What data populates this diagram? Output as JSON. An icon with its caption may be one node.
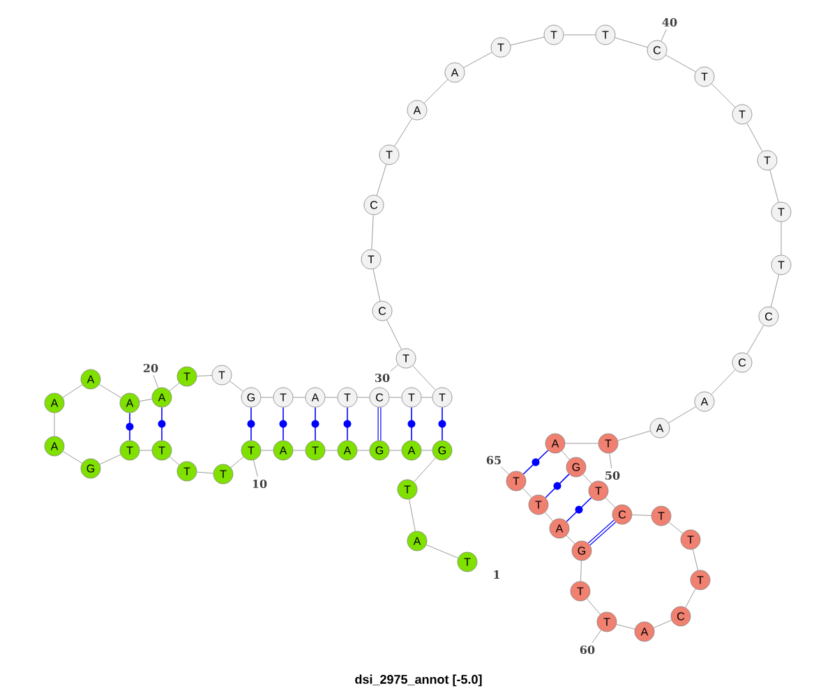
{
  "diagram": {
    "caption": "dsi_2975_annot [-5.0]",
    "nodes": [
      {
        "text": [
          "T"
        ],
        "beside": [
          "1"
        ]
      },
      {
        "text": [
          "A"
        ]
      },
      {
        "text": [
          "T"
        ]
      },
      {
        "text": [
          "G"
        ]
      },
      {
        "text": [
          "A"
        ]
      },
      {
        "text": [
          "G"
        ]
      },
      {
        "text": [
          "A"
        ]
      },
      {
        "text": [
          "T"
        ]
      },
      {
        "text": [
          "A"
        ]
      },
      {
        "text": [
          "T"
        ]
      },
      {
        "text": [
          "T"
        ]
      },
      {
        "text": [
          "T"
        ]
      },
      {
        "text": [
          "T"
        ]
      },
      {
        "text": [
          "T"
        ]
      },
      {
        "text": [
          "G"
        ]
      },
      {
        "text": [
          "A"
        ]
      },
      {
        "text": [
          "A"
        ]
      },
      {
        "text": [
          "A"
        ]
      },
      {
        "text": [
          "A"
        ]
      },
      {
        "text": [
          "A"
        ]
      },
      {
        "text": [
          "T"
        ]
      },
      {
        "text": [
          "T"
        ]
      },
      {
        "text": [
          "G"
        ]
      },
      {
        "text": [
          "T"
        ]
      },
      {
        "text": [
          "A"
        ]
      },
      {
        "text": [
          "T"
        ]
      },
      {
        "text": [
          "C"
        ]
      },
      {
        "text": [
          "T"
        ]
      },
      {
        "text": [
          "T"
        ]
      },
      {
        "text": [
          "T"
        ]
      },
      {
        "text": [
          "C"
        ]
      },
      {
        "text": [
          "T"
        ]
      },
      {
        "text": [
          "C"
        ]
      },
      {
        "text": [
          "T"
        ]
      },
      {
        "text": [
          "A"
        ]
      },
      {
        "text": [
          "A"
        ]
      },
      {
        "text": [
          "T"
        ]
      },
      {
        "text": [
          "T"
        ]
      },
      {
        "text": [
          "T"
        ]
      },
      {
        "text": [
          "C"
        ]
      },
      {
        "text": [
          "T"
        ]
      },
      {
        "text": [
          "T"
        ]
      },
      {
        "text": [
          "T"
        ]
      },
      {
        "text": [
          "T"
        ]
      },
      {
        "text": [
          "T"
        ]
      },
      {
        "text": [
          "C"
        ]
      },
      {
        "text": [
          "C"
        ]
      },
      {
        "text": [
          "A"
        ]
      },
      {
        "text": [
          "A"
        ]
      },
      {
        "text": [
          "T"
        ]
      },
      {
        "text": [
          "A"
        ]
      },
      {
        "text": [
          "G"
        ]
      },
      {
        "text": [
          "T"
        ]
      },
      {
        "text": [
          "C"
        ]
      },
      {
        "text": [
          "T"
        ]
      },
      {
        "text": [
          "T"
        ]
      },
      {
        "text": [
          "T"
        ]
      },
      {
        "text": [
          "C"
        ]
      },
      {
        "text": [
          "A"
        ]
      },
      {
        "text": [
          "T"
        ]
      },
      {
        "text": [
          "T"
        ]
      },
      {
        "text": [
          "G"
        ]
      },
      {
        "text": [
          "A"
        ]
      },
      {
        "text": [
          "T"
        ]
      },
      {
        "text": [
          "T"
        ]
      },
      {
        "text": [
          "10"
        ]
      },
      {
        "text": [
          "20"
        ]
      },
      {
        "text": [
          "30"
        ]
      },
      {
        "text": [
          "40"
        ]
      },
      {
        "text": [
          "50"
        ]
      },
      {
        "text": [
          "60"
        ]
      },
      {
        "text": [
          "65"
        ]
      }
    ],
    "edges": [
      {
        "from": 0,
        "to": 1,
        "arrow": "none"
      },
      {
        "from": 1,
        "to": 2,
        "arrow": "none"
      },
      {
        "from": 2,
        "to": 3,
        "arrow": "none"
      },
      {
        "from": 3,
        "to": 4,
        "arrow": "none"
      },
      {
        "from": 4,
        "to": 5,
        "arrow": "none"
      },
      {
        "from": 5,
        "to": 6,
        "arrow": "none"
      },
      {
        "from": 6,
        "to": 7,
        "arrow": "none"
      },
      {
        "from": 7,
        "to": 8,
        "arrow": "none"
      },
      {
        "from": 8,
        "to": 9,
        "arrow": "none"
      },
      {
        "from": 9,
        "to": 10,
        "arrow": "none"
      },
      {
        "from": 10,
        "to": 11,
        "arrow": "none"
      },
      {
        "from": 11,
        "to": 12,
        "arrow": "none"
      },
      {
        "from": 12,
        "to": 13,
        "arrow": "none"
      },
      {
        "from": 13,
        "to": 14,
        "arrow": "none"
      },
      {
        "from": 14,
        "to": 15,
        "arrow": "none"
      },
      {
        "from": 15,
        "to": 16,
        "arrow": "none"
      },
      {
        "from": 16,
        "to": 17,
        "arrow": "none"
      },
      {
        "from": 17,
        "to": 18,
        "arrow": "none"
      },
      {
        "from": 18,
        "to": 19,
        "arrow": "none"
      },
      {
        "from": 19,
        "to": 20,
        "arrow": "none"
      },
      {
        "from": 20,
        "to": 21,
        "arrow": "none"
      },
      {
        "from": 21,
        "to": 22,
        "arrow": "none"
      },
      {
        "from": 22,
        "to": 23,
        "arrow": "none"
      },
      {
        "from": 23,
        "to": 24,
        "arrow": "none"
      },
      {
        "from": 24,
        "to": 25,
        "arrow": "none"
      },
      {
        "from": 25,
        "to": 26,
        "arrow": "none"
      },
      {
        "from": 26,
        "to": 27,
        "arrow": "none"
      },
      {
        "from": 27,
        "to": 28,
        "arrow": "none"
      },
      {
        "from": 28,
        "to": 29,
        "arrow": "none"
      },
      {
        "from": 29,
        "to": 30,
        "arrow": "none"
      },
      {
        "from": 30,
        "to": 31,
        "arrow": "none"
      },
      {
        "from": 31,
        "to": 32,
        "arrow": "none"
      },
      {
        "from": 32,
        "to": 33,
        "arrow": "none"
      },
      {
        "from": 33,
        "to": 34,
        "arrow": "none"
      },
      {
        "from": 34,
        "to": 35,
        "arrow": "none"
      },
      {
        "from": 35,
        "to": 36,
        "arrow": "none"
      },
      {
        "from": 36,
        "to": 37,
        "arrow": "none"
      },
      {
        "from": 37,
        "to": 38,
        "arrow": "none"
      },
      {
        "from": 38,
        "to": 39,
        "arrow": "none"
      },
      {
        "from": 39,
        "to": 40,
        "arrow": "none"
      },
      {
        "from": 40,
        "to": 41,
        "arrow": "none"
      },
      {
        "from": 41,
        "to": 42,
        "arrow": "none"
      },
      {
        "from": 42,
        "to": 43,
        "arrow": "none"
      },
      {
        "from": 43,
        "to": 44,
        "arrow": "none"
      },
      {
        "from": 44,
        "to": 45,
        "arrow": "none"
      },
      {
        "from": 45,
        "to": 46,
        "arrow": "none"
      },
      {
        "from": 46,
        "to": 47,
        "arrow": "none"
      },
      {
        "from": 47,
        "to": 48,
        "arrow": "none"
      },
      {
        "from": 48,
        "to": 49,
        "arrow": "none"
      },
      {
        "from": 49,
        "to": 50,
        "arrow": "none"
      },
      {
        "from": 50,
        "to": 51,
        "arrow": "none"
      },
      {
        "from": 51,
        "to": 52,
        "arrow": "none"
      },
      {
        "from": 52,
        "to": 53,
        "arrow": "none"
      },
      {
        "from": 53,
        "to": 54,
        "arrow": "none"
      },
      {
        "from": 54,
        "to": 55,
        "arrow": "none"
      },
      {
        "from": 55,
        "to": 56,
        "arrow": "none"
      },
      {
        "from": 56,
        "to": 57,
        "arrow": "none"
      },
      {
        "from": 57,
        "to": 58,
        "arrow": "none"
      },
      {
        "from": 58,
        "to": 59,
        "arrow": "none"
      },
      {
        "from": 59,
        "to": 60,
        "arrow": "none"
      },
      {
        "from": 60,
        "to": 61,
        "arrow": "none"
      },
      {
        "from": 61,
        "to": 62,
        "arrow": "none"
      },
      {
        "from": 62,
        "to": 63,
        "arrow": "none"
      },
      {
        "from": 63,
        "to": 64,
        "arrow": "none"
      },
      {
        "from": 3,
        "to": 28,
        "arrow": "none",
        "color": "#0000ff"
      },
      {
        "from": 4,
        "to": 27,
        "arrow": "none",
        "color": "#0000ff"
      },
      {
        "from": 5,
        "to": 26,
        "arrow": "none",
        "color": "#0000ff",
        "style": "thick"
      },
      {
        "from": 6,
        "to": 25,
        "arrow": "none",
        "color": "#0000ff"
      },
      {
        "from": 7,
        "to": 24,
        "arrow": "none",
        "color": "#0000ff"
      },
      {
        "from": 8,
        "to": 23,
        "arrow": "none",
        "color": "#0000ff"
      },
      {
        "from": 9,
        "to": 22,
        "arrow": "none",
        "color": "#0000ff"
      },
      {
        "from": 12,
        "to": 19,
        "arrow": "none",
        "color": "#0000ff"
      },
      {
        "from": 13,
        "to": 18,
        "arrow": "none",
        "color": "#0000ff"
      },
      {
        "from": 50,
        "to": 64,
        "arrow": "none",
        "color": "#0000ff"
      },
      {
        "from": 51,
        "to": 63,
        "arrow": "none",
        "color": "#0000ff"
      },
      {
        "from": 52,
        "to": 62,
        "arrow": "none",
        "color": "#0000ff"
      },
      {
        "from": 53,
        "to": 61,
        "arrow": "none",
        "color": "#0000ff",
        "style": "thick"
      },
      {
        "from": 65,
        "to": 9,
        "arrow": "none"
      },
      {
        "from": 66,
        "to": 19,
        "arrow": "none"
      },
      {
        "from": 67,
        "to": 29,
        "arrow": "none"
      },
      {
        "from": 68,
        "to": 39,
        "arrow": "none"
      },
      {
        "from": 69,
        "to": 49,
        "arrow": "none"
      },
      {
        "from": 70,
        "to": 59,
        "arrow": "none"
      },
      {
        "from": 71,
        "to": 64,
        "arrow": "none"
      }
    ]
  }
}
